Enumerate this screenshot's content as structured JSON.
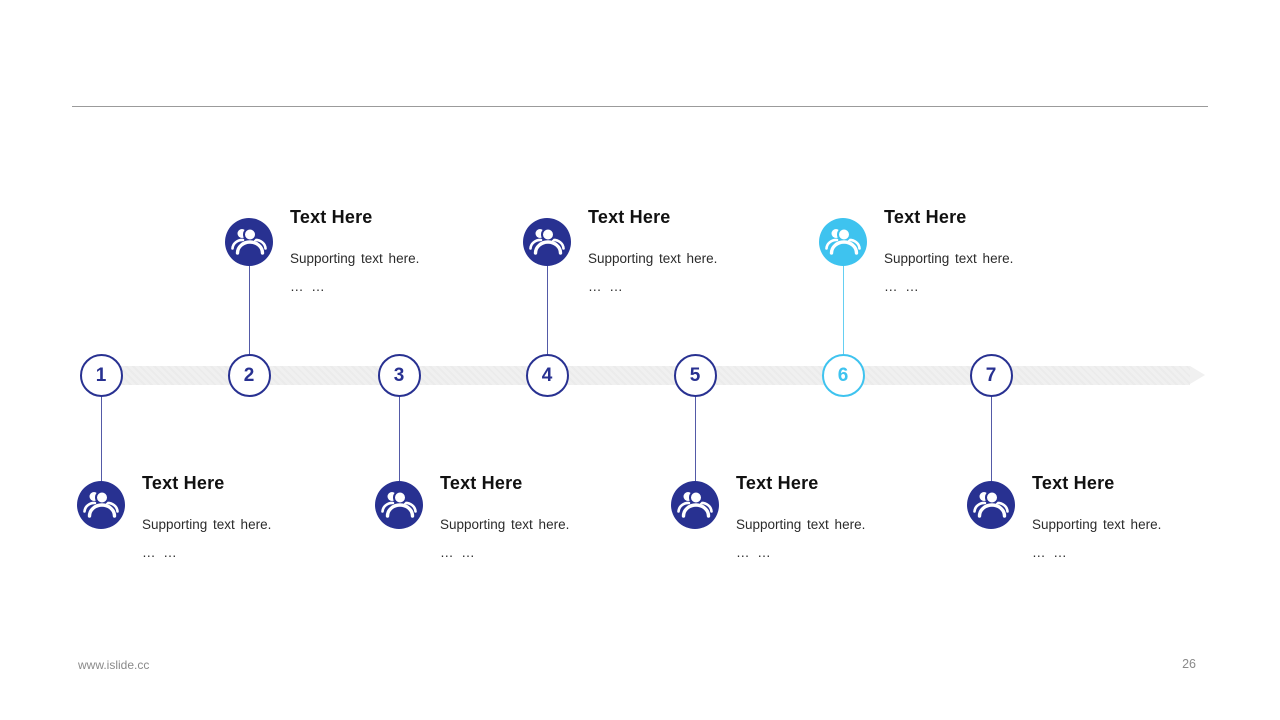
{
  "colors": {
    "navy": "#283191",
    "cyan": "#3EC3EF",
    "band": "#F0F0F0",
    "rule": "#9B9B9B",
    "heading_text": "#111111",
    "body_text": "#2B2B2B",
    "footer_text": "#8A8A8A"
  },
  "timeline": {
    "items": [
      {
        "number": "1",
        "placement": "below",
        "accent": "navy",
        "icon": "people-icon",
        "heading": "Text Here",
        "supporting": "Supporting text here.",
        "ellipsis": "… …"
      },
      {
        "number": "2",
        "placement": "above",
        "accent": "navy",
        "icon": "people-icon",
        "heading": "Text Here",
        "supporting": "Supporting text here.",
        "ellipsis": "… …"
      },
      {
        "number": "3",
        "placement": "below",
        "accent": "navy",
        "icon": "people-icon",
        "heading": "Text Here",
        "supporting": "Supporting text here.",
        "ellipsis": "… …"
      },
      {
        "number": "4",
        "placement": "above",
        "accent": "navy",
        "icon": "people-icon",
        "heading": "Text Here",
        "supporting": "Supporting text here.",
        "ellipsis": "… …"
      },
      {
        "number": "5",
        "placement": "below",
        "accent": "navy",
        "icon": "people-icon",
        "heading": "Text Here",
        "supporting": "Supporting text here.",
        "ellipsis": "… …"
      },
      {
        "number": "6",
        "placement": "above",
        "accent": "cyan",
        "icon": "people-icon",
        "heading": "Text Here",
        "supporting": "Supporting text here.",
        "ellipsis": "… …"
      },
      {
        "number": "7",
        "placement": "below",
        "accent": "navy",
        "icon": "people-icon",
        "heading": "Text Here",
        "supporting": "Supporting text here.",
        "ellipsis": "… …"
      }
    ]
  },
  "footer": {
    "url": "www.islide.cc",
    "page_number": "26"
  }
}
